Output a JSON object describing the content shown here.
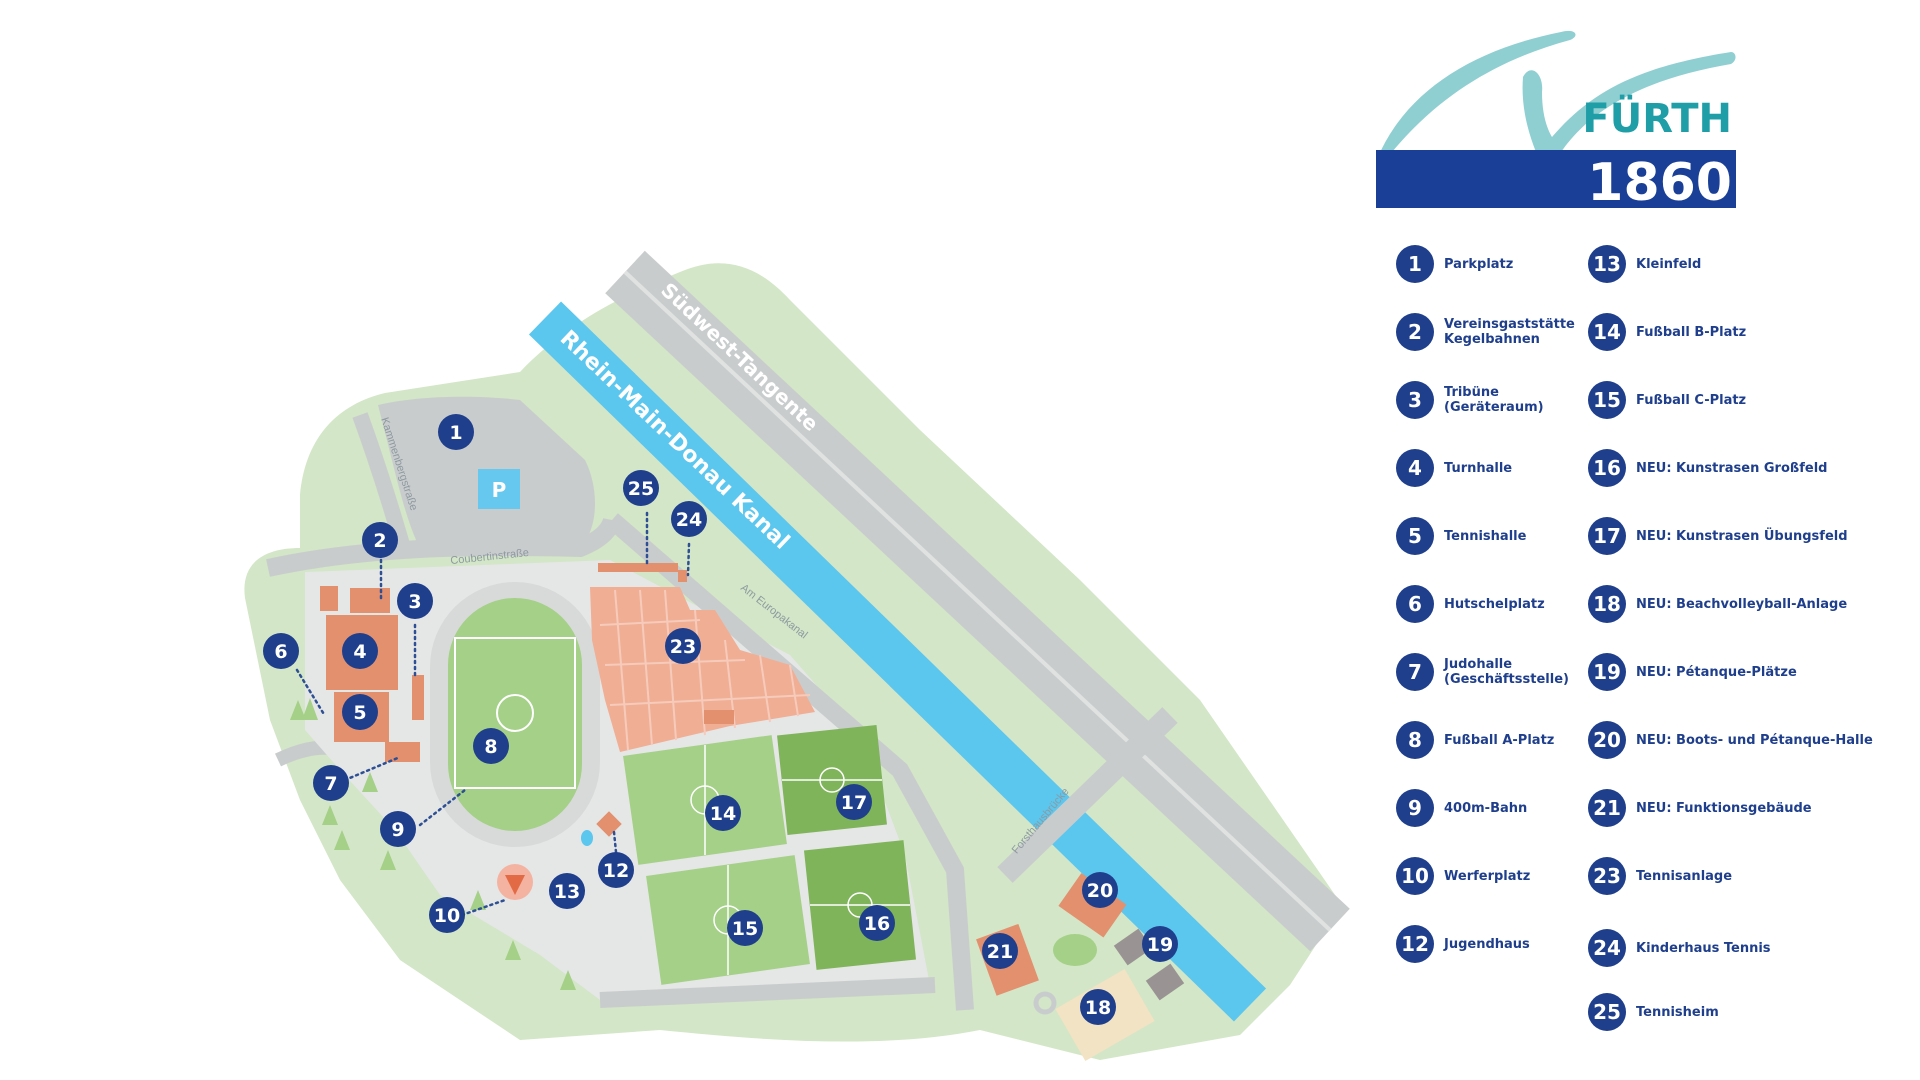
{
  "logo": {
    "name": "FÜRTH",
    "year": "1860",
    "colors": {
      "swoosh": "#8fcfd2",
      "name": "#1f9ea8",
      "band": "#1a3f96"
    }
  },
  "map": {
    "streets": {
      "kanal": "Rhein-Main-Donau Kanal",
      "tangente": "Südwest-Tangente",
      "kammenberg": "Kammenbergstraße",
      "coubertin": "Coubertinstraße",
      "europakanal": "Am Europakanal",
      "forsthaus": "Forsthausbrücke"
    },
    "parking_symbol": "P",
    "colors": {
      "grass": "#d3e6c7",
      "road": "#c9cccd",
      "paved": "#e5e6e6",
      "water": "#5bc6ee",
      "building": "#e2906e",
      "court": "#f0ae94",
      "pitch": "#a5d088",
      "pitch_dark": "#7fb45a",
      "marker": "#1f3f8c"
    },
    "markers": [
      {
        "n": "1"
      },
      {
        "n": "2"
      },
      {
        "n": "3"
      },
      {
        "n": "4"
      },
      {
        "n": "5"
      },
      {
        "n": "6"
      },
      {
        "n": "7"
      },
      {
        "n": "8"
      },
      {
        "n": "9"
      },
      {
        "n": "10"
      },
      {
        "n": "12"
      },
      {
        "n": "13"
      },
      {
        "n": "14"
      },
      {
        "n": "15"
      },
      {
        "n": "16"
      },
      {
        "n": "17"
      },
      {
        "n": "18"
      },
      {
        "n": "19"
      },
      {
        "n": "20"
      },
      {
        "n": "21"
      },
      {
        "n": "23"
      },
      {
        "n": "24"
      },
      {
        "n": "25"
      }
    ]
  },
  "legend": {
    "left": [
      {
        "num": "1",
        "label": "Parkplatz"
      },
      {
        "num": "2",
        "label": "Vereinsgaststätte\nKegelbahnen"
      },
      {
        "num": "3",
        "label": "Tribüne\n(Geräteraum)"
      },
      {
        "num": "4",
        "label": "Turnhalle"
      },
      {
        "num": "5",
        "label": "Tennishalle"
      },
      {
        "num": "6",
        "label": "Hutschelplatz"
      },
      {
        "num": "7",
        "label": "Judohalle\n(Geschäftsstelle)"
      },
      {
        "num": "8",
        "label": "Fußball A-Platz"
      },
      {
        "num": "9",
        "label": "400m-Bahn"
      },
      {
        "num": "10",
        "label": "Werferplatz"
      },
      {
        "num": "12",
        "label": "Jugendhaus"
      }
    ],
    "right": [
      {
        "num": "13",
        "label": "Kleinfeld"
      },
      {
        "num": "14",
        "label": "Fußball B-Platz"
      },
      {
        "num": "15",
        "label": "Fußball C-Platz"
      },
      {
        "num": "16",
        "label": "NEU: Kunstrasen Großfeld"
      },
      {
        "num": "17",
        "label": "NEU: Kunstrasen Übungsfeld"
      },
      {
        "num": "18",
        "label": "NEU: Beachvolleyball-Anlage"
      },
      {
        "num": "19",
        "label": "NEU: Pétanque-Plätze"
      },
      {
        "num": "20",
        "label": "NEU: Boots- und Pétanque-Halle"
      },
      {
        "num": "21",
        "label": "NEU: Funktionsgebäude"
      },
      {
        "num": "23",
        "label": "Tennisanlage"
      },
      {
        "num": "24",
        "label": "Kinderhaus Tennis"
      },
      {
        "num": "25",
        "label": "Tennisheim"
      }
    ]
  }
}
